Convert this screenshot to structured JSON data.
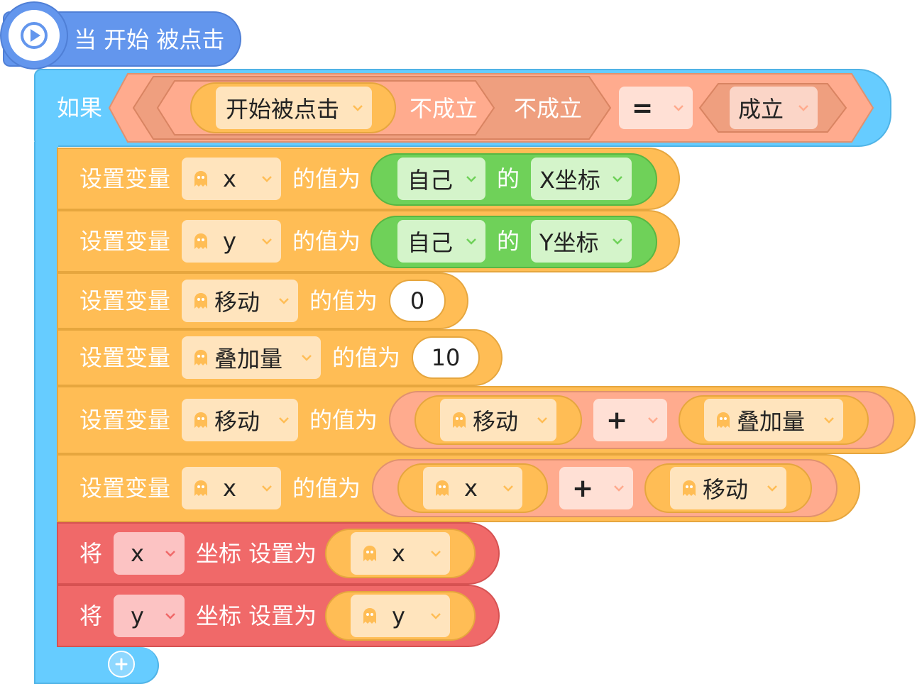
{
  "colors": {
    "event_blue": "#6396ed",
    "control_sky": "#66ccff",
    "variable_orange": "#ffbd55",
    "operator_salmon": "#ffab8e",
    "sensing_green": "#6fd159",
    "motion_red": "#f06969"
  },
  "hat": {
    "label": "当 开始 被点击",
    "icon": "play-icon"
  },
  "if_block": {
    "label": "如果",
    "cond": {
      "inner_dropdown": "开始被点击",
      "not1": "不成立",
      "not2": "不成立",
      "op": "=",
      "value_dropdown": "成立"
    }
  },
  "set_label": "设置变量",
  "value_label": "的值为",
  "rows": [
    {
      "var": "x",
      "sprite": "自己",
      "of": "的",
      "prop": "X坐标"
    },
    {
      "var": "y",
      "sprite": "自己",
      "of": "的",
      "prop": "Y坐标"
    },
    {
      "var": "移动",
      "value": "0"
    },
    {
      "var": "叠加量",
      "value": "10"
    },
    {
      "var": "移动",
      "left": "移动",
      "op": "+",
      "right": "叠加量"
    },
    {
      "var": "x",
      "left": "x",
      "op": "+",
      "right": "移动"
    }
  ],
  "coord_blocks": [
    {
      "prefix": "将",
      "axis": "x",
      "suffix": "坐标 设置为",
      "var": "x"
    },
    {
      "prefix": "将",
      "axis": "y",
      "suffix": "坐标 设置为",
      "var": "y"
    }
  ],
  "add_button_icon": "plus-icon",
  "icons": {
    "variable": "ghost-icon",
    "dropdown": "chevron-down-icon"
  }
}
